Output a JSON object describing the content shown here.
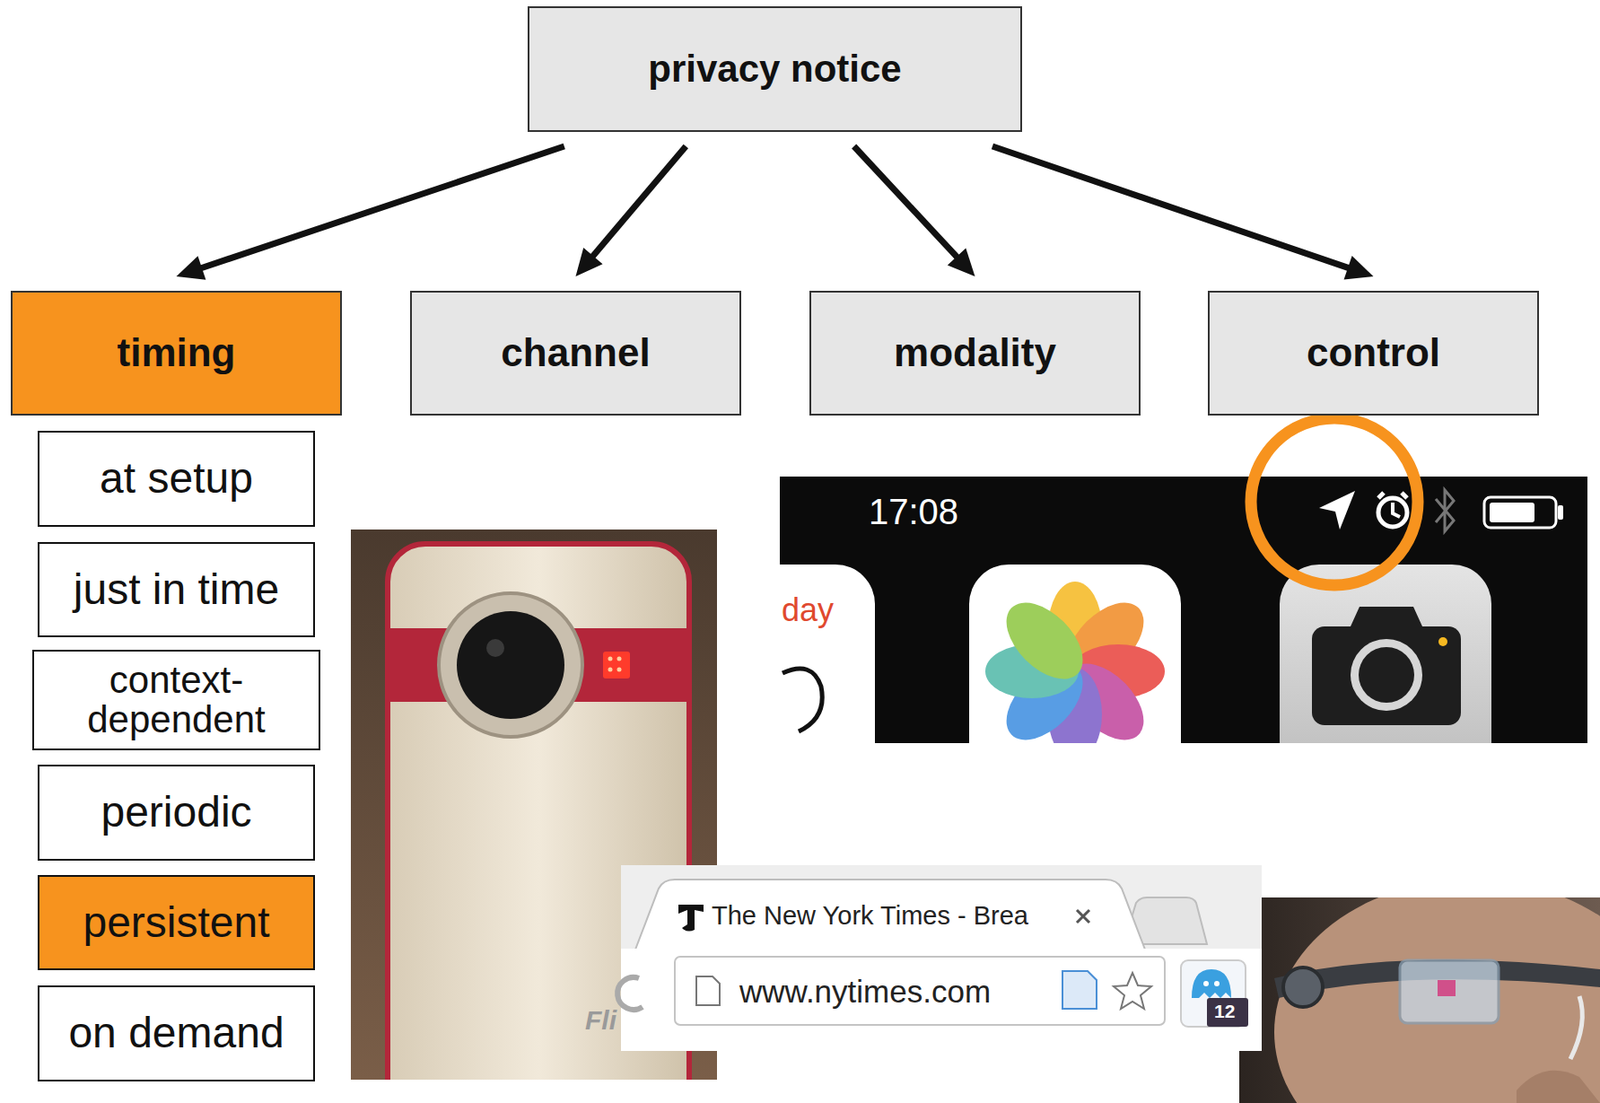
{
  "diagram": {
    "nodes": [
      {
        "text": [
          "privacy notice"
        ]
      },
      {
        "text": [
          "timing"
        ]
      },
      {
        "text": [
          "channel"
        ]
      },
      {
        "text": [
          "modality"
        ]
      },
      {
        "text": [
          "control"
        ]
      },
      {
        "text": [
          "at setup"
        ]
      },
      {
        "text": [
          "just in time"
        ]
      },
      {
        "text": [
          "context- dependent"
        ]
      },
      {
        "text": [
          "periodic"
        ]
      },
      {
        "text": [
          "persistent"
        ]
      },
      {
        "text": [
          "on demand"
        ]
      }
    ],
    "edges": [
      {
        "from": 0,
        "to": 1,
        "arrow": "to"
      },
      {
        "from": 0,
        "to": 2,
        "arrow": "to"
      },
      {
        "from": 0,
        "to": 3,
        "arrow": "to"
      },
      {
        "from": 0,
        "to": 4,
        "arrow": "to"
      }
    ],
    "labels": [
      "17:08",
      "day",
      "Fli",
      "The New York Times - Brea",
      "www.nytimes.com",
      "12"
    ]
  }
}
